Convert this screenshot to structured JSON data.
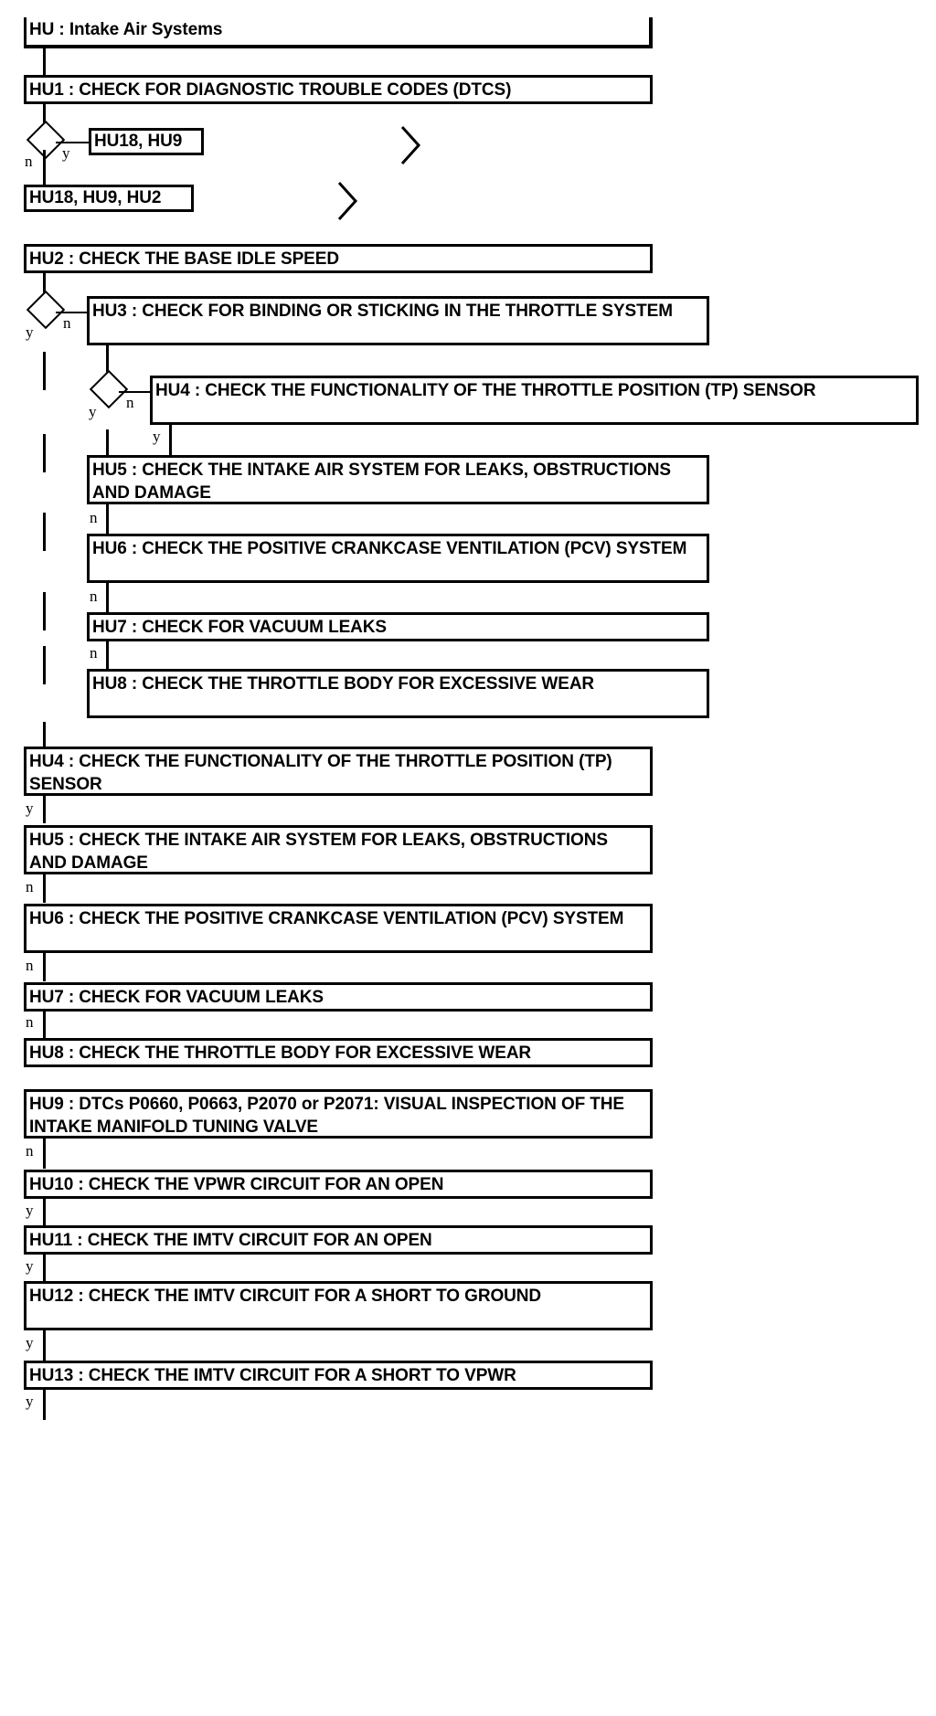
{
  "diagram": {
    "title": "HU : Intake Air Systems",
    "kind": "pinpoint-test-flowchart",
    "colors": {
      "line": "#000000",
      "background": "#ffffff",
      "text": "#000000"
    },
    "branch_labels": {
      "yes": "y",
      "no": "n"
    }
  },
  "header": {
    "label": "HU : Intake Air Systems"
  },
  "steps": {
    "hu1": "HU1 : CHECK FOR DIAGNOSTIC TROUBLE CODES (DTCS)",
    "hu2": "HU2 : CHECK THE BASE IDLE SPEED",
    "hu3": "HU3 : CHECK FOR BINDING OR STICKING IN THE THROTTLE SYSTEM",
    "hu4_nested": "HU4 : CHECK THE FUNCTIONALITY OF THE THROTTLE POSITION (TP) SENSOR",
    "hu5_nested": "HU5 : CHECK THE INTAKE AIR SYSTEM FOR LEAKS, OBSTRUCTIONS AND DAMAGE",
    "hu6_nested": "HU6 : CHECK THE POSITIVE CRANKCASE VENTILATION (PCV) SYSTEM",
    "hu7_nested": "HU7 : CHECK FOR VACUUM LEAKS",
    "hu8_nested": "HU8 : CHECK THE THROTTLE BODY FOR EXCESSIVE WEAR",
    "hu4_main": "HU4 : CHECK THE FUNCTIONALITY OF THE THROTTLE POSITION (TP) SENSOR",
    "hu5_main": "HU5 : CHECK THE INTAKE AIR SYSTEM FOR LEAKS, OBSTRUCTIONS AND DAMAGE",
    "hu6_main": "HU6 : CHECK THE POSITIVE CRANKCASE VENTILATION (PCV) SYSTEM",
    "hu7_main": "HU7 : CHECK FOR VACUUM LEAKS",
    "hu8_main": "HU8 : CHECK THE THROTTLE BODY FOR EXCESSIVE WEAR",
    "hu9": "HU9 : DTCs P0660, P0663, P2070 or P2071: VISUAL INSPECTION OF THE INTAKE MANIFOLD TUNING VALVE",
    "hu10": "HU10 : CHECK THE VPWR CIRCUIT FOR AN OPEN",
    "hu11": "HU11 : CHECK THE IMTV CIRCUIT FOR AN OPEN",
    "hu12": "HU12 : CHECK THE IMTV CIRCUIT FOR A SHORT TO GROUND",
    "hu13": "HU13 : CHECK THE IMTV CIRCUIT FOR A SHORT TO VPWR"
  },
  "refs": {
    "ref1": "HU18, HU9",
    "ref2": "HU18, HU9, HU2"
  },
  "edge_labels": {
    "d1_n": "n",
    "d1_y": "y",
    "d2_y": "y",
    "d2_n": "n",
    "d3_y": "y",
    "d3_n": "n",
    "n_hu4_y": "y",
    "n_hu5_n": "n",
    "n_hu6_n": "n",
    "n_hu7_n": "n",
    "m_hu4_y": "y",
    "m_hu5_n": "n",
    "m_hu6_n": "n",
    "m_hu7_n": "n",
    "m_hu9_n": "n",
    "m_hu10_y": "y",
    "m_hu11_y": "y",
    "m_hu12_y": "y",
    "m_hu13_y": "y"
  },
  "offpage": {
    "marker1": "chevron-right",
    "marker2": "chevron-right"
  }
}
